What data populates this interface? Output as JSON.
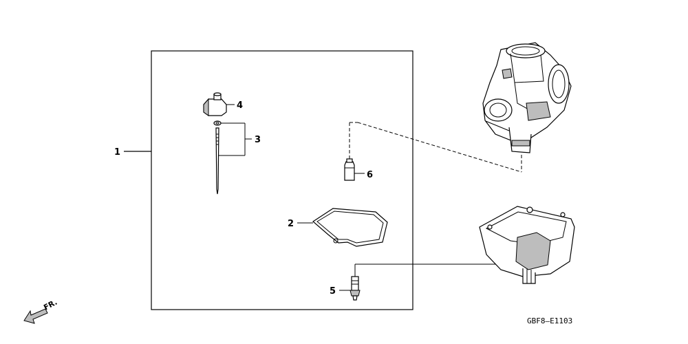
{
  "callouts": {
    "c1": "1",
    "c2": "2",
    "c3": "3",
    "c4": "4",
    "c5": "5",
    "c6": "6"
  },
  "direction": {
    "label": "FR."
  },
  "diagram_code": "GBF8—E1103",
  "parts": {
    "p1": "kit-frame",
    "p2": "float-chamber-gasket",
    "p3": "jet-needle-set",
    "p4": "needle-holder",
    "p5": "drain-screw",
    "p6": "main-jet"
  },
  "colors": {
    "line": "#000000",
    "shade": "#bdbdbd",
    "background": "#ffffff"
  }
}
